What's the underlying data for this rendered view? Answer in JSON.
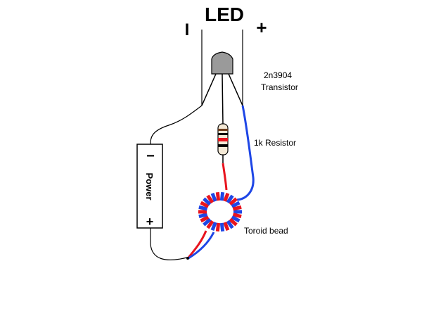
{
  "diagram": {
    "led_label": "LED",
    "led_minus": "I",
    "led_plus": "+",
    "transistor_part": "2n3904",
    "transistor_word": "Transistor",
    "resistor_label": "1k Resistor",
    "toroid_label": "Toroid bead",
    "battery_minus": "−",
    "battery_plus": "+",
    "battery_label": "Power"
  },
  "colors": {
    "wire_black": "#000000",
    "wire_red": "#e8141e",
    "wire_blue": "#1e46e6",
    "transistor_body": "#9a9a9a",
    "resistor_body": "#f4e9d6",
    "background": "#ffffff"
  }
}
